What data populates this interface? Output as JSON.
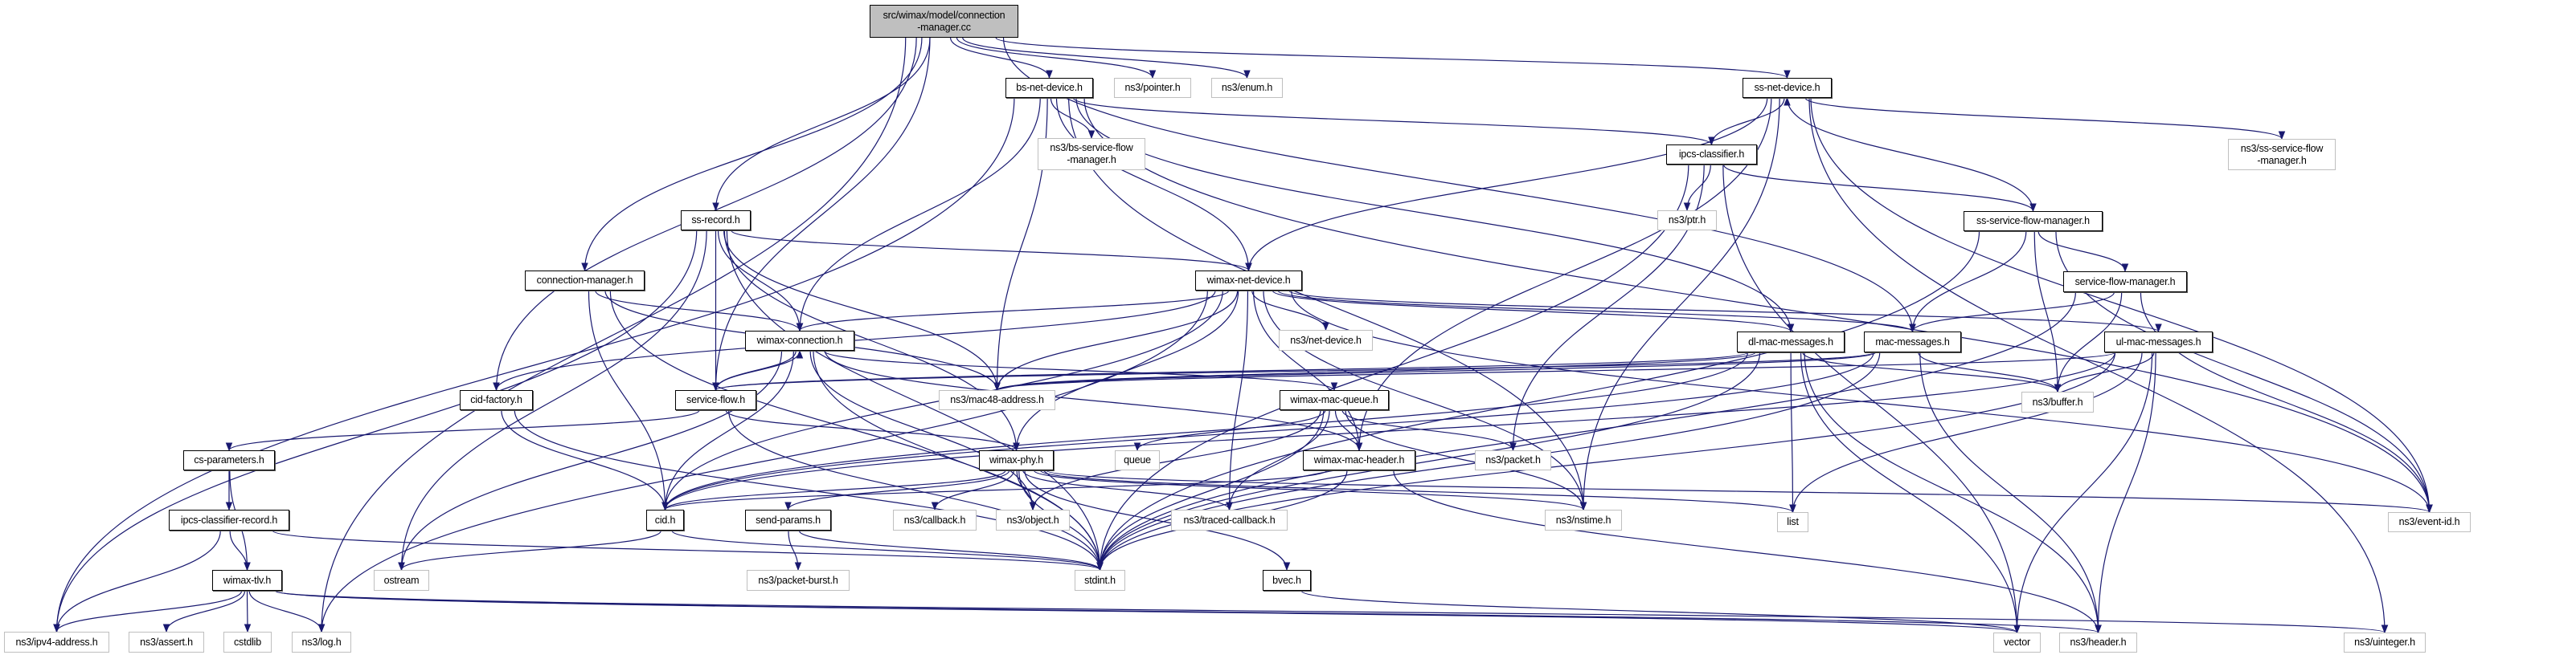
{
  "graph": {
    "edge_color": "#191970",
    "root_fill": "#bfbfbf",
    "external_border": "#bfbfbf",
    "nodes": [
      {
        "id": "root",
        "lines": [
          "src/wimax/model/connection",
          "-manager.cc"
        ],
        "kind": "root"
      },
      {
        "id": "bs-net-device",
        "lines": [
          "bs-net-device.h"
        ],
        "kind": "proj"
      },
      {
        "id": "pointer",
        "lines": [
          "ns3/pointer.h"
        ],
        "kind": "ext"
      },
      {
        "id": "enum",
        "lines": [
          "ns3/enum.h"
        ],
        "kind": "ext"
      },
      {
        "id": "ss-net-device",
        "lines": [
          "ss-net-device.h"
        ],
        "kind": "proj"
      },
      {
        "id": "bs-sfm",
        "lines": [
          "ns3/bs-service-flow",
          "-manager.h"
        ],
        "kind": "ext"
      },
      {
        "id": "ipcs-classifier",
        "lines": [
          "ipcs-classifier.h"
        ],
        "kind": "proj"
      },
      {
        "id": "ss-sfm-ext",
        "lines": [
          "ns3/ss-service-flow",
          "-manager.h"
        ],
        "kind": "ext"
      },
      {
        "id": "ss-record",
        "lines": [
          "ss-record.h"
        ],
        "kind": "proj"
      },
      {
        "id": "ptr",
        "lines": [
          "ns3/ptr.h"
        ],
        "kind": "ext"
      },
      {
        "id": "ss-service-flow-manager",
        "lines": [
          "ss-service-flow-manager.h"
        ],
        "kind": "proj"
      },
      {
        "id": "connection-manager",
        "lines": [
          "connection-manager.h"
        ],
        "kind": "proj"
      },
      {
        "id": "wimax-net-device",
        "lines": [
          "wimax-net-device.h"
        ],
        "kind": "proj"
      },
      {
        "id": "service-flow-manager",
        "lines": [
          "service-flow-manager.h"
        ],
        "kind": "proj"
      },
      {
        "id": "wimax-connection",
        "lines": [
          "wimax-connection.h"
        ],
        "kind": "proj"
      },
      {
        "id": "net-device",
        "lines": [
          "ns3/net-device.h"
        ],
        "kind": "ext"
      },
      {
        "id": "dl-mac-messages",
        "lines": [
          "dl-mac-messages.h"
        ],
        "kind": "proj"
      },
      {
        "id": "mac-messages",
        "lines": [
          "mac-messages.h"
        ],
        "kind": "proj"
      },
      {
        "id": "ul-mac-messages",
        "lines": [
          "ul-mac-messages.h"
        ],
        "kind": "proj"
      },
      {
        "id": "cid-factory",
        "lines": [
          "cid-factory.h"
        ],
        "kind": "proj"
      },
      {
        "id": "service-flow",
        "lines": [
          "service-flow.h"
        ],
        "kind": "proj"
      },
      {
        "id": "mac48-address",
        "lines": [
          "ns3/mac48-address.h"
        ],
        "kind": "ext"
      },
      {
        "id": "wimax-mac-queue",
        "lines": [
          "wimax-mac-queue.h"
        ],
        "kind": "proj"
      },
      {
        "id": "buffer",
        "lines": [
          "ns3/buffer.h"
        ],
        "kind": "ext"
      },
      {
        "id": "cs-parameters",
        "lines": [
          "cs-parameters.h"
        ],
        "kind": "proj"
      },
      {
        "id": "wimax-phy",
        "lines": [
          "wimax-phy.h"
        ],
        "kind": "proj"
      },
      {
        "id": "queue",
        "lines": [
          "queue"
        ],
        "kind": "ext"
      },
      {
        "id": "wimax-mac-header",
        "lines": [
          "wimax-mac-header.h"
        ],
        "kind": "proj"
      },
      {
        "id": "packet",
        "lines": [
          "ns3/packet.h"
        ],
        "kind": "ext"
      },
      {
        "id": "ipcs-classifier-record",
        "lines": [
          "ipcs-classifier-record.h"
        ],
        "kind": "proj"
      },
      {
        "id": "cid",
        "lines": [
          "cid.h"
        ],
        "kind": "proj"
      },
      {
        "id": "send-params",
        "lines": [
          "send-params.h"
        ],
        "kind": "proj"
      },
      {
        "id": "callback",
        "lines": [
          "ns3/callback.h"
        ],
        "kind": "ext"
      },
      {
        "id": "object",
        "lines": [
          "ns3/object.h"
        ],
        "kind": "ext"
      },
      {
        "id": "traced-callback",
        "lines": [
          "ns3/traced-callback.h"
        ],
        "kind": "ext"
      },
      {
        "id": "nstime",
        "lines": [
          "ns3/nstime.h"
        ],
        "kind": "ext"
      },
      {
        "id": "list",
        "lines": [
          "list"
        ],
        "kind": "ext"
      },
      {
        "id": "event-id",
        "lines": [
          "ns3/event-id.h"
        ],
        "kind": "ext"
      },
      {
        "id": "wimax-tlv",
        "lines": [
          "wimax-tlv.h"
        ],
        "kind": "proj"
      },
      {
        "id": "ostream",
        "lines": [
          "ostream"
        ],
        "kind": "ext"
      },
      {
        "id": "packet-burst",
        "lines": [
          "ns3/packet-burst.h"
        ],
        "kind": "ext"
      },
      {
        "id": "stdint",
        "lines": [
          "stdint.h"
        ],
        "kind": "ext"
      },
      {
        "id": "bvec",
        "lines": [
          "bvec.h"
        ],
        "kind": "proj"
      },
      {
        "id": "ipv4-address",
        "lines": [
          "ns3/ipv4-address.h"
        ],
        "kind": "ext"
      },
      {
        "id": "assert",
        "lines": [
          "ns3/assert.h"
        ],
        "kind": "ext"
      },
      {
        "id": "cstdlib",
        "lines": [
          "cstdlib"
        ],
        "kind": "ext"
      },
      {
        "id": "log",
        "lines": [
          "ns3/log.h"
        ],
        "kind": "ext"
      },
      {
        "id": "vector",
        "lines": [
          "vector"
        ],
        "kind": "ext"
      },
      {
        "id": "header",
        "lines": [
          "ns3/header.h"
        ],
        "kind": "ext"
      },
      {
        "id": "uinteger",
        "lines": [
          "ns3/uinteger.h"
        ],
        "kind": "ext"
      }
    ],
    "edges": [
      [
        "root",
        "bs-net-device"
      ],
      [
        "root",
        "pointer"
      ],
      [
        "root",
        "enum"
      ],
      [
        "root",
        "ss-net-device"
      ],
      [
        "root",
        "ss-record"
      ],
      [
        "root",
        "connection-manager"
      ],
      [
        "root",
        "cid-factory"
      ],
      [
        "root",
        "service-flow"
      ],
      [
        "root",
        "mac-messages"
      ],
      [
        "root",
        "log"
      ],
      [
        "bs-net-device",
        "ipv4-address"
      ],
      [
        "bs-net-device",
        "bs-sfm"
      ],
      [
        "bs-net-device",
        "wimax-net-device"
      ],
      [
        "bs-net-device",
        "ipcs-classifier"
      ],
      [
        "bs-net-device",
        "wimax-connection"
      ],
      [
        "bs-net-device",
        "mac48-address"
      ],
      [
        "bs-net-device",
        "nstime"
      ],
      [
        "bs-net-device",
        "dl-mac-messages"
      ],
      [
        "bs-net-device",
        "event-id"
      ],
      [
        "ss-net-device",
        "wimax-net-device"
      ],
      [
        "ss-net-device",
        "ipcs-classifier"
      ],
      [
        "ss-net-device",
        "wimax-mac-header"
      ],
      [
        "ss-net-device",
        "nstime"
      ],
      [
        "ss-net-device",
        "ss-sfm-ext"
      ],
      [
        "ss-net-device",
        "event-id"
      ],
      [
        "ss-net-device",
        "uinteger"
      ],
      [
        "ipcs-classifier",
        "ptr"
      ],
      [
        "ipcs-classifier",
        "packet"
      ],
      [
        "ipcs-classifier",
        "stdint"
      ],
      [
        "ipcs-classifier",
        "ss-service-flow-manager"
      ],
      [
        "ipcs-classifier",
        "vector"
      ],
      [
        "ss-service-flow-manager",
        "ss-net-device"
      ],
      [
        "ss-service-flow-manager",
        "mac-messages"
      ],
      [
        "ss-service-flow-manager",
        "service-flow-manager"
      ],
      [
        "ss-service-flow-manager",
        "buffer"
      ],
      [
        "ss-service-flow-manager",
        "stdint"
      ],
      [
        "ss-service-flow-manager",
        "event-id"
      ],
      [
        "service-flow-manager",
        "mac-messages"
      ],
      [
        "service-flow-manager",
        "buffer"
      ],
      [
        "service-flow-manager",
        "event-id"
      ],
      [
        "service-flow-manager",
        "stdint"
      ],
      [
        "ss-record",
        "ipv4-address"
      ],
      [
        "ss-record",
        "ostream"
      ],
      [
        "ss-record",
        "stdint"
      ],
      [
        "ss-record",
        "service-flow"
      ],
      [
        "ss-record",
        "wimax-connection"
      ],
      [
        "ss-record",
        "mac48-address"
      ],
      [
        "ss-record",
        "wimax-phy"
      ],
      [
        "ss-record",
        "wimax-net-device"
      ],
      [
        "connection-manager",
        "wimax-connection"
      ],
      [
        "connection-manager",
        "mac48-address"
      ],
      [
        "connection-manager",
        "cid"
      ],
      [
        "connection-manager",
        "stdint"
      ],
      [
        "wimax-net-device",
        "wimax-connection"
      ],
      [
        "wimax-net-device",
        "cid-factory"
      ],
      [
        "wimax-net-device",
        "mac48-address"
      ],
      [
        "wimax-net-device",
        "net-device"
      ],
      [
        "wimax-net-device",
        "wimax-phy"
      ],
      [
        "wimax-net-device",
        "wimax-mac-header"
      ],
      [
        "wimax-net-device",
        "nstime"
      ],
      [
        "wimax-net-device",
        "traced-callback"
      ],
      [
        "wimax-net-device",
        "dl-mac-messages"
      ],
      [
        "wimax-net-device",
        "mac-messages"
      ],
      [
        "wimax-net-device",
        "ul-mac-messages"
      ],
      [
        "wimax-net-device",
        "event-id"
      ],
      [
        "wimax-net-device",
        "log"
      ],
      [
        "wimax-net-device",
        "cid"
      ],
      [
        "wimax-connection",
        "service-flow"
      ],
      [
        "wimax-connection",
        "cid"
      ],
      [
        "wimax-connection",
        "wimax-mac-queue"
      ],
      [
        "wimax-connection",
        "wimax-mac-header"
      ],
      [
        "wimax-connection",
        "object"
      ],
      [
        "wimax-connection",
        "stdint"
      ],
      [
        "wimax-connection",
        "ostream"
      ],
      [
        "service-flow",
        "wimax-connection"
      ],
      [
        "service-flow",
        "cs-parameters"
      ],
      [
        "service-flow",
        "wimax-phy"
      ],
      [
        "service-flow",
        "stdint"
      ],
      [
        "cid-factory",
        "cid"
      ],
      [
        "cid-factory",
        "stdint"
      ],
      [
        "cs-parameters",
        "ipcs-classifier-record"
      ],
      [
        "cs-parameters",
        "wimax-tlv"
      ],
      [
        "ipcs-classifier-record",
        "wimax-tlv"
      ],
      [
        "ipcs-classifier-record",
        "ipv4-address"
      ],
      [
        "ipcs-classifier-record",
        "stdint"
      ],
      [
        "wimax-tlv",
        "ipv4-address"
      ],
      [
        "wimax-tlv",
        "assert"
      ],
      [
        "wimax-tlv",
        "cstdlib"
      ],
      [
        "wimax-tlv",
        "log"
      ],
      [
        "wimax-tlv",
        "vector"
      ],
      [
        "wimax-tlv",
        "header"
      ],
      [
        "wimax-tlv",
        "uinteger"
      ],
      [
        "cid",
        "ostream"
      ],
      [
        "cid",
        "stdint"
      ],
      [
        "send-params",
        "packet-burst"
      ],
      [
        "send-params",
        "stdint"
      ],
      [
        "wimax-phy",
        "cid"
      ],
      [
        "wimax-phy",
        "send-params"
      ],
      [
        "wimax-phy",
        "callback"
      ],
      [
        "wimax-phy",
        "object"
      ],
      [
        "wimax-phy",
        "traced-callback"
      ],
      [
        "wimax-phy",
        "stdint"
      ],
      [
        "wimax-phy",
        "bvec"
      ],
      [
        "wimax-phy",
        "nstime"
      ],
      [
        "wimax-phy",
        "list"
      ],
      [
        "wimax-phy",
        "event-id"
      ],
      [
        "wimax-mac-queue",
        "queue"
      ],
      [
        "wimax-mac-queue",
        "wimax-mac-header"
      ],
      [
        "wimax-mac-queue",
        "packet"
      ],
      [
        "wimax-mac-queue",
        "nstime"
      ],
      [
        "wimax-mac-queue",
        "object"
      ],
      [
        "wimax-mac-queue",
        "traced-callback"
      ],
      [
        "wimax-mac-queue",
        "stdint"
      ],
      [
        "wimax-mac-header",
        "cid"
      ],
      [
        "wimax-mac-header",
        "stdint"
      ],
      [
        "wimax-mac-header",
        "header"
      ],
      [
        "dl-mac-messages",
        "mac48-address"
      ],
      [
        "dl-mac-messages",
        "cid"
      ],
      [
        "dl-mac-messages",
        "service-flow"
      ],
      [
        "dl-mac-messages",
        "list"
      ],
      [
        "dl-mac-messages",
        "vector"
      ],
      [
        "dl-mac-messages",
        "header"
      ],
      [
        "dl-mac-messages",
        "stdint"
      ],
      [
        "dl-mac-messages",
        "buffer"
      ],
      [
        "mac-messages",
        "mac48-address"
      ],
      [
        "mac-messages",
        "service-flow"
      ],
      [
        "mac-messages",
        "buffer"
      ],
      [
        "mac-messages",
        "header"
      ],
      [
        "mac-messages",
        "stdint"
      ],
      [
        "mac-messages",
        "cid"
      ],
      [
        "ul-mac-messages",
        "mac48-address"
      ],
      [
        "ul-mac-messages",
        "buffer"
      ],
      [
        "ul-mac-messages",
        "list"
      ],
      [
        "ul-mac-messages",
        "vector"
      ],
      [
        "ul-mac-messages",
        "header"
      ],
      [
        "ul-mac-messages",
        "stdint"
      ],
      [
        "ul-mac-messages",
        "cid"
      ],
      [
        "bvec",
        "vector"
      ]
    ]
  }
}
